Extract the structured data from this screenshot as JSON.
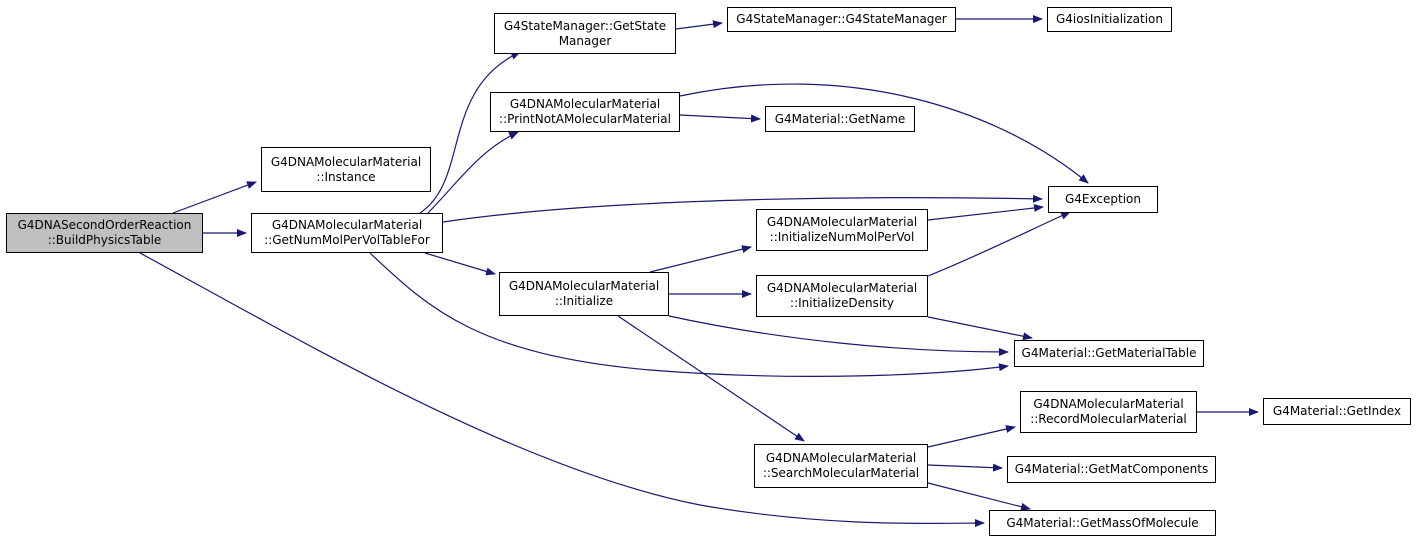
{
  "colors": {
    "edge": "#191970",
    "root_fill": "#bfbfbf",
    "node_fill": "#ffffff",
    "border": "#000000"
  },
  "nodes": [
    {
      "id": "build",
      "name": "node-build-physics-table",
      "lines": [
        "G4DNASecondOrderReaction",
        "::BuildPhysicsTable"
      ],
      "root": true
    },
    {
      "id": "instance",
      "name": "node-instance",
      "lines": [
        "G4DNAMolecularMaterial",
        "::Instance"
      ]
    },
    {
      "id": "getnummol",
      "name": "node-get-num-mol-per-vol-table-for",
      "lines": [
        "G4DNAMolecularMaterial",
        "::GetNumMolPerVolTableFor"
      ]
    },
    {
      "id": "getstatemgr",
      "name": "node-get-state-manager",
      "lines": [
        "G4StateManager::GetState",
        "Manager"
      ]
    },
    {
      "id": "statemgr",
      "name": "node-g4-state-manager",
      "lines": [
        "G4StateManager::G4StateManager"
      ]
    },
    {
      "id": "ios",
      "name": "node-g4ios-initialization",
      "lines": [
        "G4iosInitialization"
      ]
    },
    {
      "id": "printnot",
      "name": "node-print-not-a-molecular-material",
      "lines": [
        "G4DNAMolecularMaterial",
        "::PrintNotAMolecularMaterial"
      ]
    },
    {
      "id": "getname",
      "name": "node-get-name",
      "lines": [
        "G4Material::GetName"
      ]
    },
    {
      "id": "exception",
      "name": "node-g4-exception",
      "lines": [
        "G4Exception"
      ]
    },
    {
      "id": "initnummol",
      "name": "node-initialize-num-mol-per-vol",
      "lines": [
        "G4DNAMolecularMaterial",
        "::InitializeNumMolPerVol"
      ]
    },
    {
      "id": "initialize",
      "name": "node-initialize",
      "lines": [
        "G4DNAMolecularMaterial",
        "::Initialize"
      ]
    },
    {
      "id": "initdensity",
      "name": "node-initialize-density",
      "lines": [
        "G4DNAMolecularMaterial",
        "::InitializeDensity"
      ]
    },
    {
      "id": "mattable",
      "name": "node-get-material-table",
      "lines": [
        "G4Material::GetMaterialTable"
      ]
    },
    {
      "id": "record",
      "name": "node-record-molecular-material",
      "lines": [
        "G4DNAMolecularMaterial",
        "::RecordMolecularMaterial"
      ]
    },
    {
      "id": "getindex",
      "name": "node-get-index",
      "lines": [
        "G4Material::GetIndex"
      ]
    },
    {
      "id": "search",
      "name": "node-search-molecular-material",
      "lines": [
        "G4DNAMolecularMaterial",
        "::SearchMolecularMaterial"
      ]
    },
    {
      "id": "matcomp",
      "name": "node-get-mat-components",
      "lines": [
        "G4Material::GetMatComponents"
      ]
    },
    {
      "id": "massmol",
      "name": "node-get-mass-of-molecule",
      "lines": [
        "G4Material::GetMassOfMolecule"
      ]
    }
  ],
  "edges": [
    [
      "build",
      "instance"
    ],
    [
      "build",
      "getnummol"
    ],
    [
      "build",
      "massmol"
    ],
    [
      "getnummol",
      "getstatemgr"
    ],
    [
      "getnummol",
      "printnot"
    ],
    [
      "getnummol",
      "exception"
    ],
    [
      "getnummol",
      "initialize"
    ],
    [
      "getnummol",
      "mattable"
    ],
    [
      "getstatemgr",
      "statemgr"
    ],
    [
      "statemgr",
      "ios"
    ],
    [
      "printnot",
      "getname"
    ],
    [
      "printnot",
      "exception"
    ],
    [
      "initialize",
      "initnummol"
    ],
    [
      "initialize",
      "initdensity"
    ],
    [
      "initialize",
      "mattable"
    ],
    [
      "initialize",
      "search"
    ],
    [
      "initnummol",
      "exception"
    ],
    [
      "initdensity",
      "exception"
    ],
    [
      "initdensity",
      "mattable"
    ],
    [
      "search",
      "record"
    ],
    [
      "search",
      "matcomp"
    ],
    [
      "search",
      "massmol"
    ],
    [
      "record",
      "getindex"
    ]
  ]
}
